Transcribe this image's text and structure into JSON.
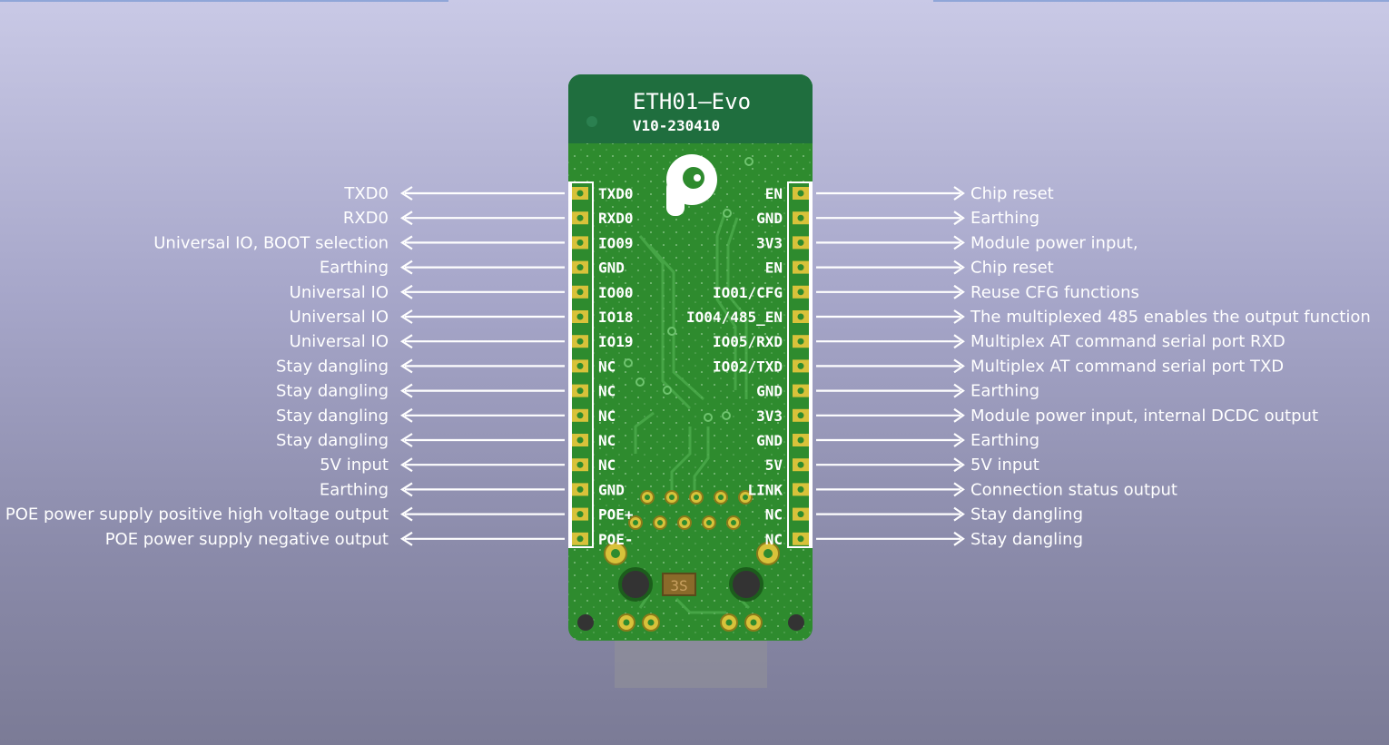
{
  "board": {
    "title": "ETH01—Evo",
    "version": "V10-230410",
    "part_marking": "3S",
    "colors": {
      "pcb": "#2e8b2e",
      "header": "#1e6b3c",
      "pad": "#d8c23a",
      "arrow": "#ffffff"
    }
  },
  "left_pins": [
    {
      "pin": "TXD0",
      "desc": "TXD0"
    },
    {
      "pin": "RXD0",
      "desc": "RXD0"
    },
    {
      "pin": "IO09",
      "desc": "Universal IO, BOOT selection"
    },
    {
      "pin": "GND",
      "desc": "Earthing"
    },
    {
      "pin": "IO00",
      "desc": "Universal IO"
    },
    {
      "pin": "IO18",
      "desc": "Universal IO"
    },
    {
      "pin": "IO19",
      "desc": "Universal IO"
    },
    {
      "pin": "NC",
      "desc": "Stay dangling"
    },
    {
      "pin": "NC",
      "desc": "Stay dangling"
    },
    {
      "pin": "NC",
      "desc": "Stay dangling"
    },
    {
      "pin": "NC",
      "desc": "Stay dangling"
    },
    {
      "pin": "NC",
      "desc": "5V input"
    },
    {
      "pin": "GND",
      "desc": "Earthing"
    },
    {
      "pin": "POE+",
      "desc": "POE power supply positive high voltage output"
    },
    {
      "pin": "POE-",
      "desc": "POE power supply negative output"
    }
  ],
  "right_pins": [
    {
      "pin": "EN",
      "desc": "Chip reset"
    },
    {
      "pin": "GND",
      "desc": "Earthing"
    },
    {
      "pin": "3V3",
      "desc": "Module power input,"
    },
    {
      "pin": "EN",
      "desc": "Chip reset"
    },
    {
      "pin": "IO01/CFG",
      "desc": "Reuse CFG functions"
    },
    {
      "pin": "IO04/485_EN",
      "desc": "The multiplexed 485 enables the output function"
    },
    {
      "pin": "IO05/RXD",
      "desc": "Multiplex AT command serial port RXD"
    },
    {
      "pin": "IO02/TXD",
      "desc": "Multiplex AT command serial port TXD"
    },
    {
      "pin": "GND",
      "desc": "Earthing"
    },
    {
      "pin": "3V3",
      "desc": "Module power input, internal DCDC output"
    },
    {
      "pin": "GND",
      "desc": "Earthing"
    },
    {
      "pin": "5V",
      "desc": "5V input"
    },
    {
      "pin": "LINK",
      "desc": "Connection status output"
    },
    {
      "pin": "NC",
      "desc": "Stay dangling"
    },
    {
      "pin": "NC",
      "desc": "Stay dangling"
    }
  ]
}
